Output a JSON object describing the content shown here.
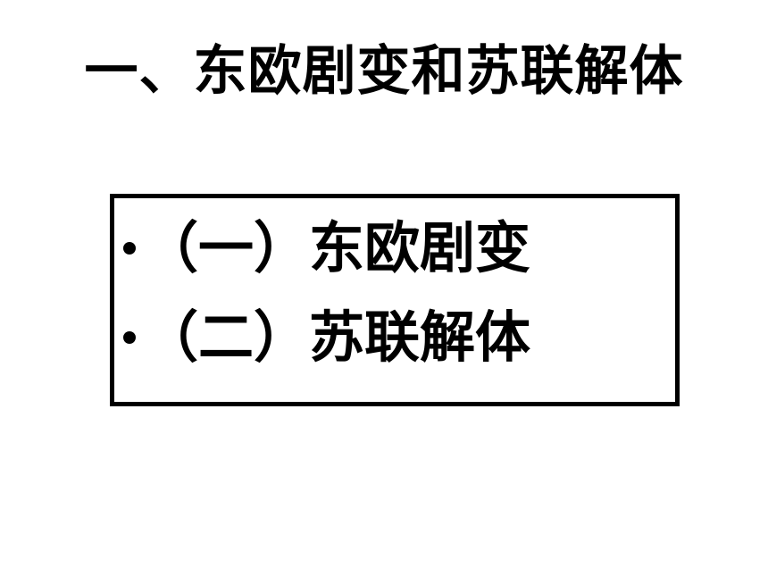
{
  "slide": {
    "title": "一、东欧剧变和苏联解体",
    "outline": {
      "items": [
        {
          "bullet": "•",
          "label": "（一）东欧剧变"
        },
        {
          "bullet": "•",
          "label": "（二）苏联解体"
        }
      ]
    }
  },
  "colors": {
    "background": "#ffffff",
    "text": "#000000",
    "border": "#000000"
  }
}
